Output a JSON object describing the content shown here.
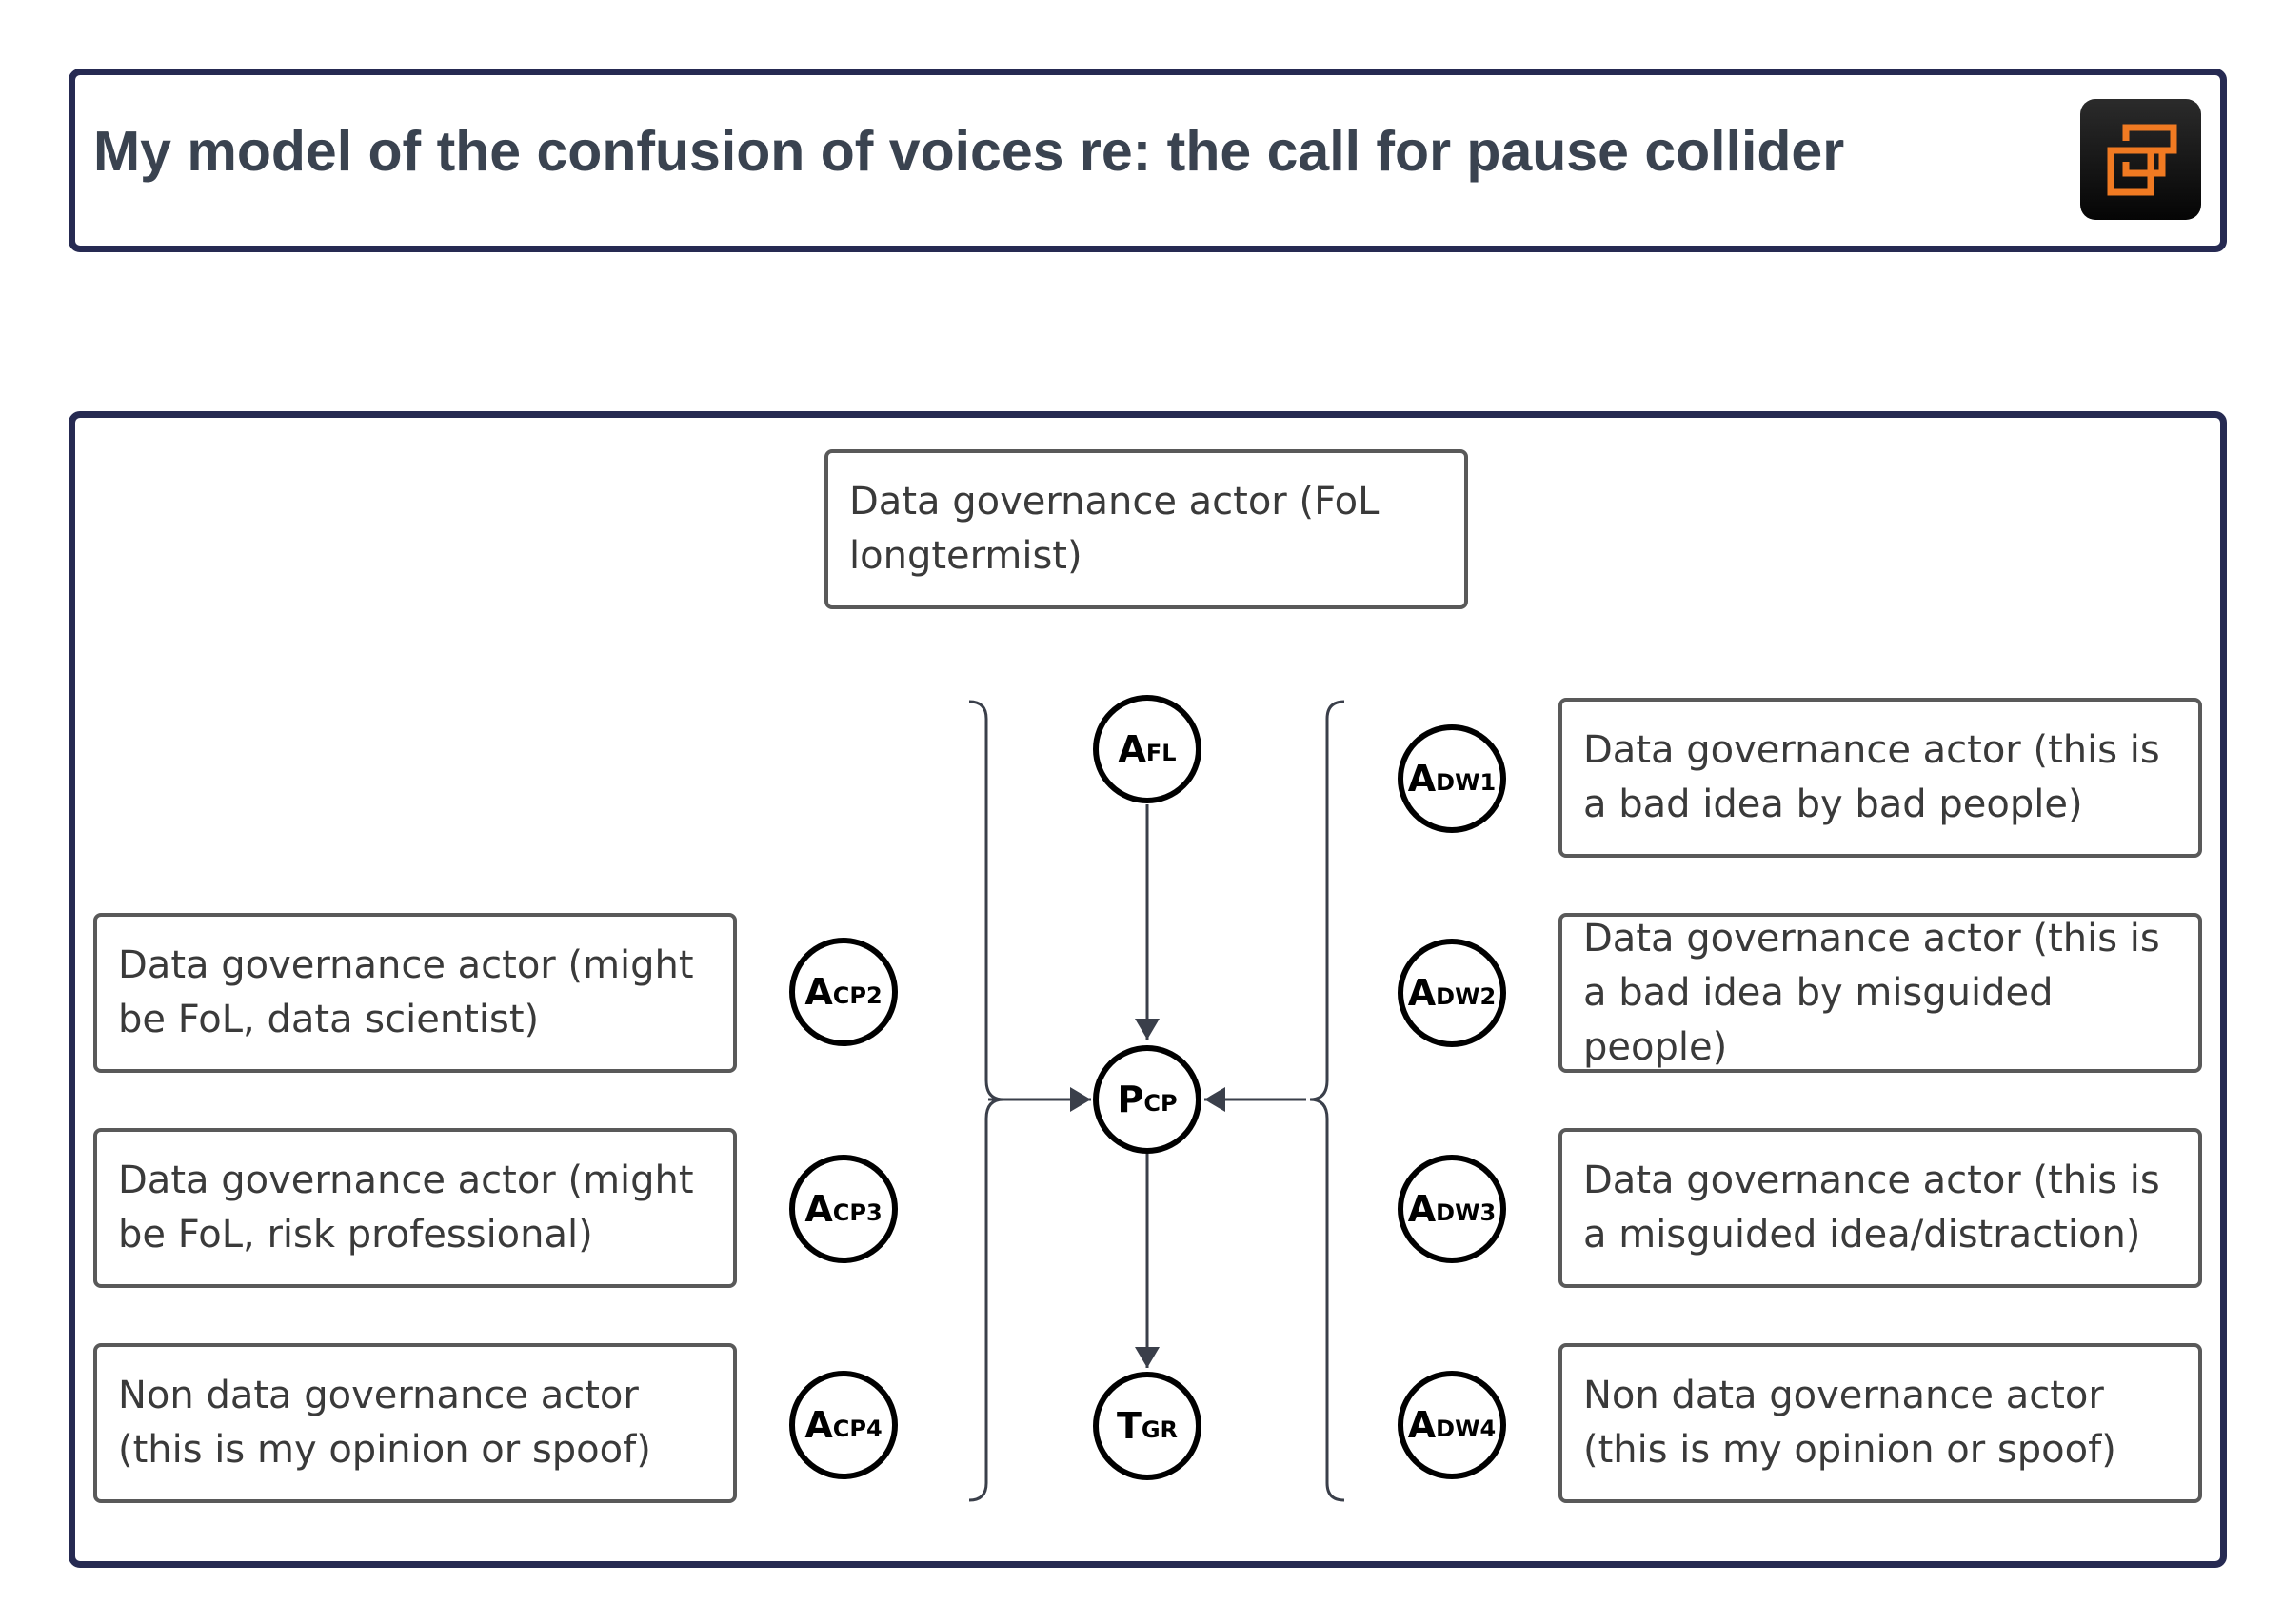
{
  "header": {
    "title": "My model of the confusion of voices re: the call for pause collider"
  },
  "colors": {
    "frame": "#262a52",
    "box_border": "#595959",
    "node_border": "#000000",
    "edge": "#3a3f4a",
    "logo_accent": "#f07a22"
  },
  "logo": {
    "icon": "orange-square-knot-logo"
  },
  "boxes": {
    "top": "Data governance actor (FoL longtermist)",
    "left_cp2": "Data governance actor (might be FoL, data scientist)",
    "left_cp3": "Data governance actor (might be FoL, risk professional)",
    "left_cp4": "Non data governance actor (this is my opinion or spoof)",
    "right_dw1": "Data governance actor (this is a bad idea by bad people)",
    "right_dw2": "Data governance actor (this is a bad idea by misguided people)",
    "right_dw3": "Data governance actor (this is a misguided idea/distraction)",
    "right_dw4": "Non data governance actor (this is my opinion or spoof)"
  },
  "nodes": {
    "afl": {
      "main": "A",
      "sub": "FL"
    },
    "pcp": {
      "main": "P",
      "sub": "CP"
    },
    "tgr": {
      "main": "T",
      "sub": "GR"
    },
    "acp2": {
      "main": "A",
      "sub": "CP2"
    },
    "acp3": {
      "main": "A",
      "sub": "CP3"
    },
    "acp4": {
      "main": "A",
      "sub": "CP4"
    },
    "adw1": {
      "main": "A",
      "sub": "DW1"
    },
    "adw2": {
      "main": "A",
      "sub": "DW2"
    },
    "adw3": {
      "main": "A",
      "sub": "DW3"
    },
    "adw4": {
      "main": "A",
      "sub": "DW4"
    }
  }
}
